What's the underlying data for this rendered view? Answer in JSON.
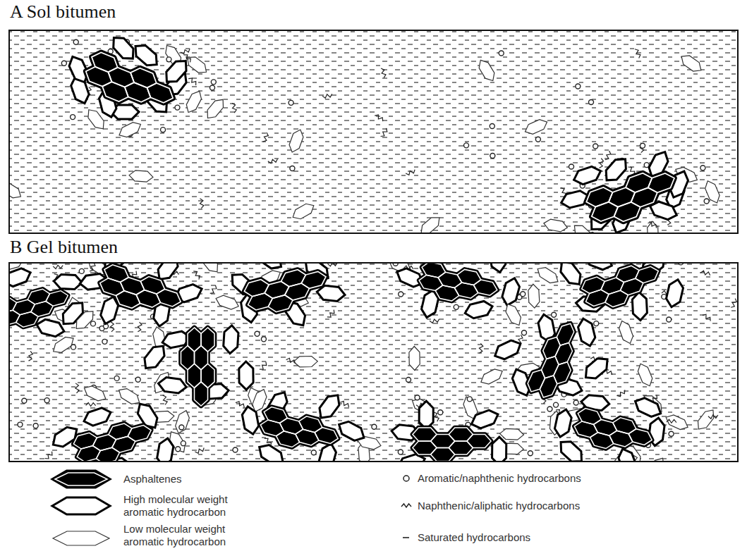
{
  "diagram": {
    "nodes": [
      {
        "text": [
          "A Sol bitumen"
        ]
      },
      {
        "text": [
          "B Gel bitumen"
        ]
      }
    ],
    "legend": [
      {
        "text": "Asphaltenes"
      },
      {
        "text": "High molecular weight aromatic hydrocarbon"
      },
      {
        "text": "Low molecular weight aromatic hydrocarbon"
      },
      {
        "text": "Aromatic/naphthenic hydrocarbons"
      },
      {
        "text": "Naphthenic/aliphatic hydrocarbons"
      },
      {
        "text": "Saturated hydrocarbons"
      }
    ]
  }
}
